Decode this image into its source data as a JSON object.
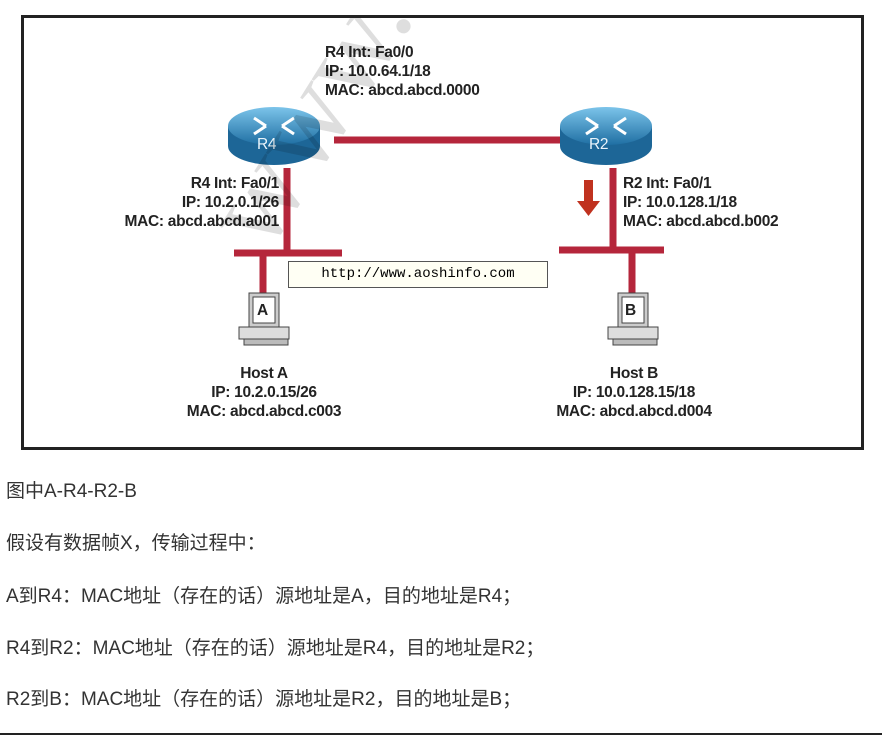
{
  "diagram": {
    "r4_fa00": {
      "int": "R4 Int: Fa0/0",
      "ip": "IP: 10.0.64.1/18",
      "mac": "MAC: abcd.abcd.0000"
    },
    "r4_fa01": {
      "int": "R4 Int: Fa0/1",
      "ip": "IP: 10.2.0.1/26",
      "mac": "MAC: abcd.abcd.a001"
    },
    "r2_fa01": {
      "int": "R2 Int: Fa0/1",
      "ip": "IP: 10.0.128.1/18",
      "mac": "MAC: abcd.abcd.b002"
    },
    "host_a": {
      "name": "Host A",
      "ip": "IP: 10.2.0.15/26",
      "mac": "MAC: abcd.abcd.c003",
      "badge": "A"
    },
    "host_b": {
      "name": "Host B",
      "ip": "IP: 10.0.128.15/18",
      "mac": "MAC: abcd.abcd.d004",
      "badge": "B"
    },
    "routers": {
      "r4": "R4",
      "r2": "R2"
    },
    "tooltip_url": "http://www.aoshinfo.com",
    "watermark": "www.aoshin",
    "colors": {
      "link": "#b5263b",
      "router": "#2f8fc3",
      "arrow": "#c0321f"
    }
  },
  "text": {
    "lines": [
      "图中A-R4-R2-B",
      "假设有数据帧X，传输过程中：",
      "A到R4：MAC地址（存在的话）源地址是A，目的地址是R4；",
      "R4到R2：MAC地址（存在的话）源地址是R4，目的地址是R2；",
      "R2到B：MAC地址（存在的话）源地址是R2，目的地址是B；"
    ]
  }
}
